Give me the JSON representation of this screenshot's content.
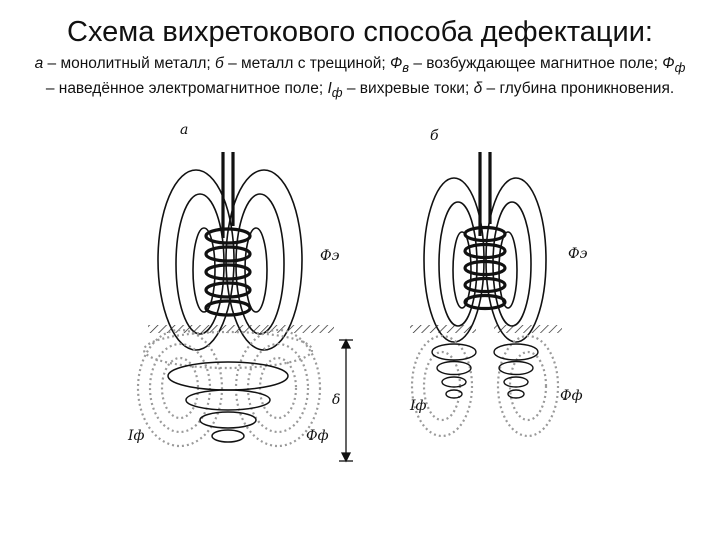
{
  "title": "Схема вихретокового способа дефектации:",
  "caption": {
    "a": "а",
    "a_text": " – монолитный металл; ",
    "b": "б",
    "b_text": " – металл с трещиной; ",
    "phi_v": "Ф",
    "phi_v_sub": "в",
    "phi_v_text": " – возбуждающее магнитное поле; ",
    "phi_f": "Ф",
    "phi_f_sub": "ф",
    "phi_f_text": " – наведённое электромагнитное поле; ",
    "i_f": "I",
    "i_f_sub": "ф",
    "i_f_text": " – вихревые токи; ",
    "delta": "δ",
    "delta_text": " – глубина проникновения."
  },
  "figure": {
    "panel_a_label": "а",
    "panel_b_label": "б",
    "a_phi_e": "Фэ",
    "a_delta": "δ",
    "a_i_f": "Iф",
    "a_phi_f": "Фф",
    "b_phi_e": "Фэ",
    "b_i_f": "Iф",
    "b_phi_f": "Фф"
  },
  "colors": {
    "ink": "#111111",
    "field_dots": "#9a9a9a",
    "background": "#ffffff"
  }
}
